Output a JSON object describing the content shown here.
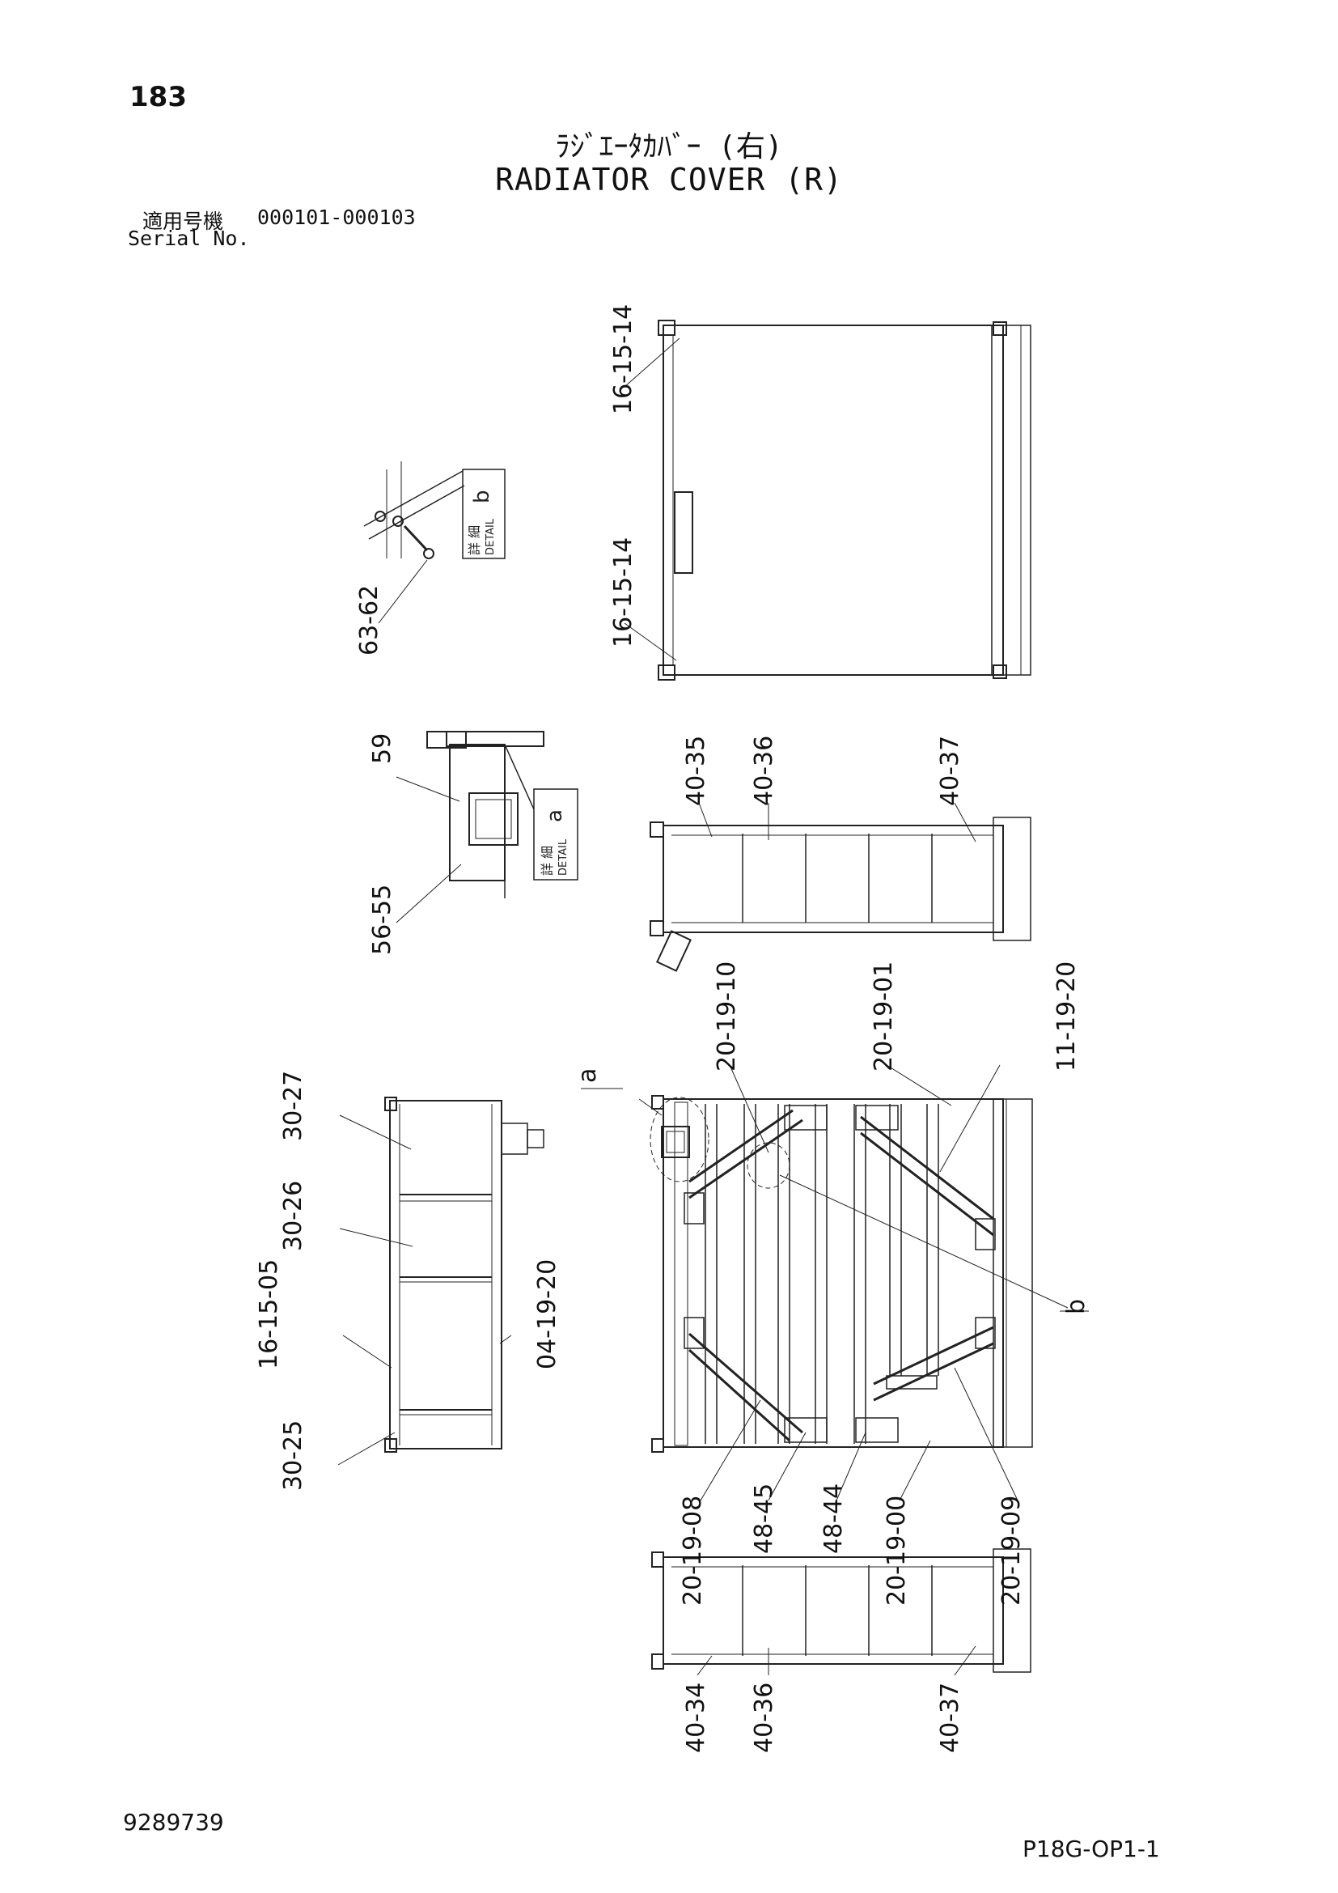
{
  "page_number": "183",
  "title_jp": "ﾗｼﾞｴｰﾀｶﾊﾞｰ (右)",
  "title_en": "RADIATOR COVER (R)",
  "serial": {
    "label_jp": "適用号機",
    "range": "000101-000103",
    "label_en": "Serial No."
  },
  "document_number": "9289739",
  "sheet_code": "P18G-OP1-1",
  "details": [
    {
      "id": "b",
      "label_jp": "詳 細",
      "label_en": "DETAIL"
    },
    {
      "id": "a",
      "label_jp": "詳 細",
      "label_en": "DETAIL"
    }
  ],
  "callouts": {
    "top_view": [
      "16-15-14",
      "16-15-14"
    ],
    "detail_b": [
      "63-62"
    ],
    "detail_a": [
      "59",
      "56-55"
    ],
    "mid_view": [
      "40-35",
      "40-36",
      "40-37"
    ],
    "main_view_top": [
      "20-19-10",
      "20-19-01",
      "11-19-20"
    ],
    "main_view_bottom": [
      "20-19-08",
      "48-45",
      "48-44",
      "20-19-00",
      "20-19-09"
    ],
    "main_view_markers": [
      "a",
      "b"
    ],
    "side_view": [
      "30-27",
      "30-26",
      "16-15-05",
      "04-19-20",
      "30-25"
    ],
    "bottom_view": [
      "40-34",
      "40-36",
      "40-37"
    ]
  }
}
